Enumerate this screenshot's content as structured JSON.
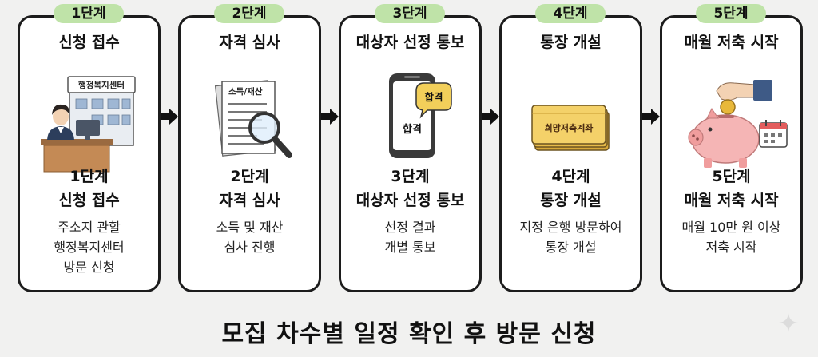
{
  "steps": [
    {
      "badge": "1단계",
      "heading": "신청 접수",
      "title_line1": "1단계",
      "title_line2": "신청 접수",
      "desc": [
        "주소지 관할",
        "행정복지센터",
        "방문 신청"
      ],
      "illustration": {
        "icon": "welfare-center-icon",
        "sign": "행정복지센터"
      }
    },
    {
      "badge": "2단계",
      "heading": "자격 심사",
      "title_line1": "2단계",
      "title_line2": "자격 심사",
      "desc": [
        "소득 및 재산",
        "심사 진행"
      ],
      "illustration": {
        "icon": "document-magnifier-icon",
        "doc_label": "소득/재산"
      }
    },
    {
      "badge": "3단계",
      "heading": "대상자 선정 통보",
      "title_line1": "3단계",
      "title_line2": "대상자 선정 통보",
      "desc": [
        "선정 결과",
        "개별 통보"
      ],
      "illustration": {
        "icon": "phone-notification-icon",
        "bubble": "합격",
        "screen": "합격"
      }
    },
    {
      "badge": "4단계",
      "heading": "통장 개설",
      "title_line1": "4단계",
      "title_line2": "통장 개설",
      "desc": [
        "지정 은행 방문하여",
        "통장 개설"
      ],
      "illustration": {
        "icon": "bankbook-icon",
        "label": "희망저축계좌"
      }
    },
    {
      "badge": "5단계",
      "heading": "매월 저축 시작",
      "title_line1": "5단계",
      "title_line2": "매월 저축 시작",
      "desc": [
        "매월 10만 원 이상",
        "저축 시작"
      ],
      "illustration": {
        "icon": "piggy-bank-icon"
      }
    }
  ],
  "footer": "모집 차수별 일정 확인 후 방문 신청",
  "colors": {
    "badge": "#bfe3a8",
    "border": "#1c1c1c",
    "background": "#f1f1f0",
    "bankbook": "#f4d169",
    "piggy": "#f5b5b5"
  }
}
